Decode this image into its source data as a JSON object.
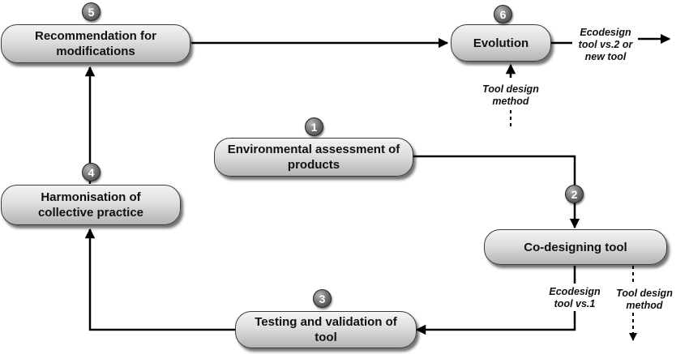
{
  "nodes": {
    "recommendation": "Recommendation for\nmodifications",
    "evolution": "Evolution",
    "assessment": "Environmental assessment of\nproducts",
    "harmonisation": "Harmonisation of\ncollective practice",
    "codesigning": "Co-designing tool",
    "testing": "Testing and validation of\ntool"
  },
  "badges": {
    "b1": "1",
    "b2": "2",
    "b3": "3",
    "b4": "4",
    "b5": "5",
    "b6": "6"
  },
  "notes": {
    "ecodesign_v2": "Ecodesign\ntool vs.2 or\nnew tool",
    "tool_design_top": "Tool design\nmethod",
    "ecodesign_v1": "Ecodesign\ntool vs.1",
    "tool_design_bottom": "Tool design\nmethod"
  }
}
